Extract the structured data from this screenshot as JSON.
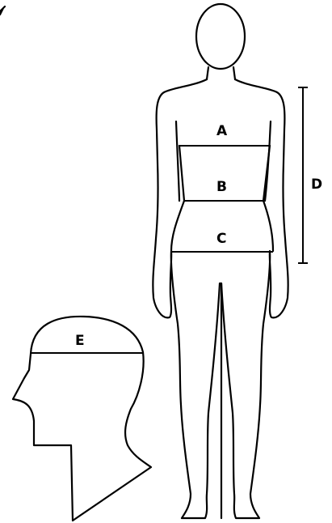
{
  "labels": {
    "a": "A",
    "b": "B",
    "c": "C",
    "d": "D",
    "e": "E"
  },
  "colors": {
    "stroke": "#000000",
    "background": "#ffffff"
  }
}
